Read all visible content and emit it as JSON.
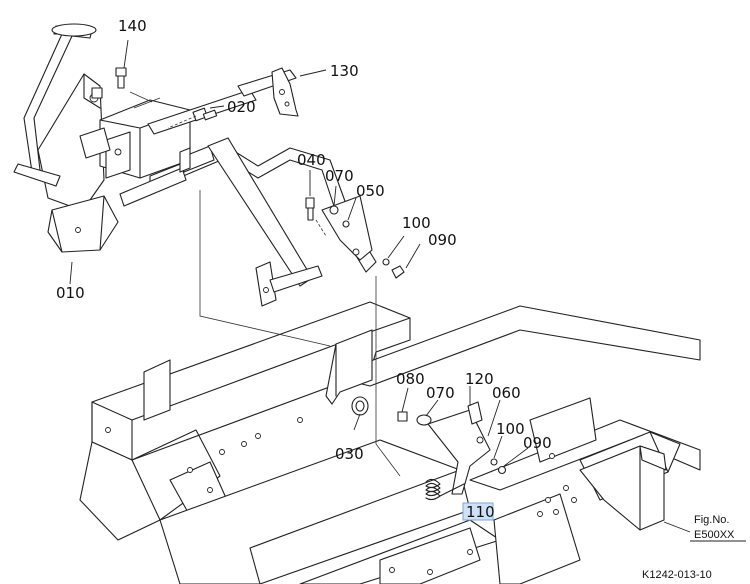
{
  "labels": {
    "p140": "140",
    "p130": "130",
    "p020": "020",
    "p040": "040",
    "p070a": "070",
    "p050": "050",
    "p100a": "100",
    "p090a": "090",
    "p010": "010",
    "p080": "080",
    "p070b": "070",
    "p120": "120",
    "p060": "060",
    "p100b": "100",
    "p090b": "090",
    "p030": "030",
    "p110": "110"
  },
  "fig_label": "Fig.No.",
  "fig_number": "E500XX",
  "drawing_code": "K1242-013-10",
  "colors": {
    "selection_highlight": "#cfe1f7",
    "line": "#222222"
  }
}
